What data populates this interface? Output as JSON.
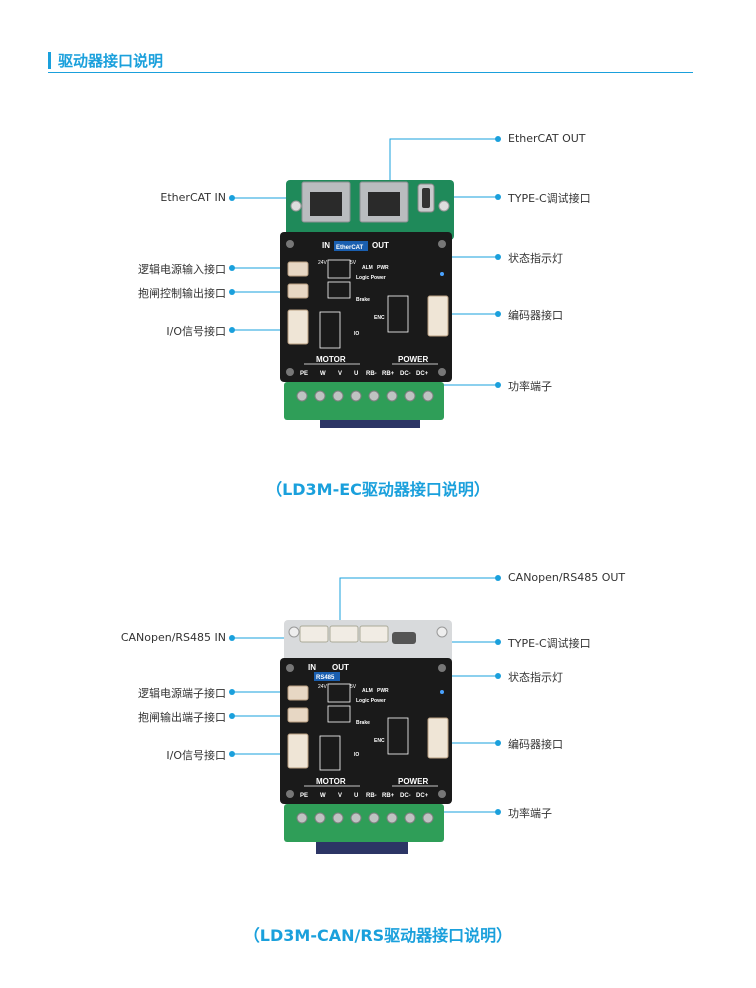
{
  "section_title": "驱动器接口说明",
  "colors": {
    "accent": "#1aa0dc",
    "pcb_green": "#1f8a5a",
    "panel_black": "#1a1a1a",
    "terminal_green": "#2f9e58"
  },
  "panels": [
    {
      "caption": "（LD3M-EC驱动器接口说明）",
      "board": {
        "in_label": "IN",
        "out_label": "OUT",
        "badge": "EtherCAT",
        "led_24v": "24V",
        "led_5v": "5V",
        "alm": "ALM",
        "pwr": "PWR",
        "logic_power": "Logic Power",
        "brake": "Brake",
        "enc": "ENC",
        "io": "IO",
        "motor": "MOTOR",
        "power": "POWER",
        "terminals": [
          "PE",
          "W",
          "V",
          "U",
          "RB-",
          "RB+",
          "DC-",
          "DC+"
        ]
      },
      "left_labels": [
        "EtherCAT IN",
        "逻辑电源输入接口",
        "抱闸控制输出接口",
        "I/O信号接口"
      ],
      "right_labels": [
        "EtherCAT OUT",
        "TYPE-C调试接口",
        "状态指示灯",
        "编码器接口",
        "功率端子"
      ]
    },
    {
      "caption": "（LD3M-CAN/RS驱动器接口说明）",
      "board": {
        "in_label": "IN",
        "out_label": "OUT",
        "badge": "RS485",
        "led_24v": "24V",
        "led_5v": "5V",
        "alm": "ALM",
        "pwr": "PWR",
        "logic_power": "Logic Power",
        "brake": "Brake",
        "enc": "ENC",
        "io": "IO",
        "motor": "MOTOR",
        "power": "POWER",
        "terminals": [
          "PE",
          "W",
          "V",
          "U",
          "RB-",
          "RB+",
          "DC-",
          "DC+"
        ]
      },
      "left_labels": [
        "CANopen/RS485 IN",
        "逻辑电源端子接口",
        "抱闸输出端子接口",
        "I/O信号接口"
      ],
      "right_labels": [
        "CANopen/RS485 OUT",
        "TYPE-C调试接口",
        "状态指示灯",
        "编码器接口",
        "功率端子"
      ]
    }
  ]
}
